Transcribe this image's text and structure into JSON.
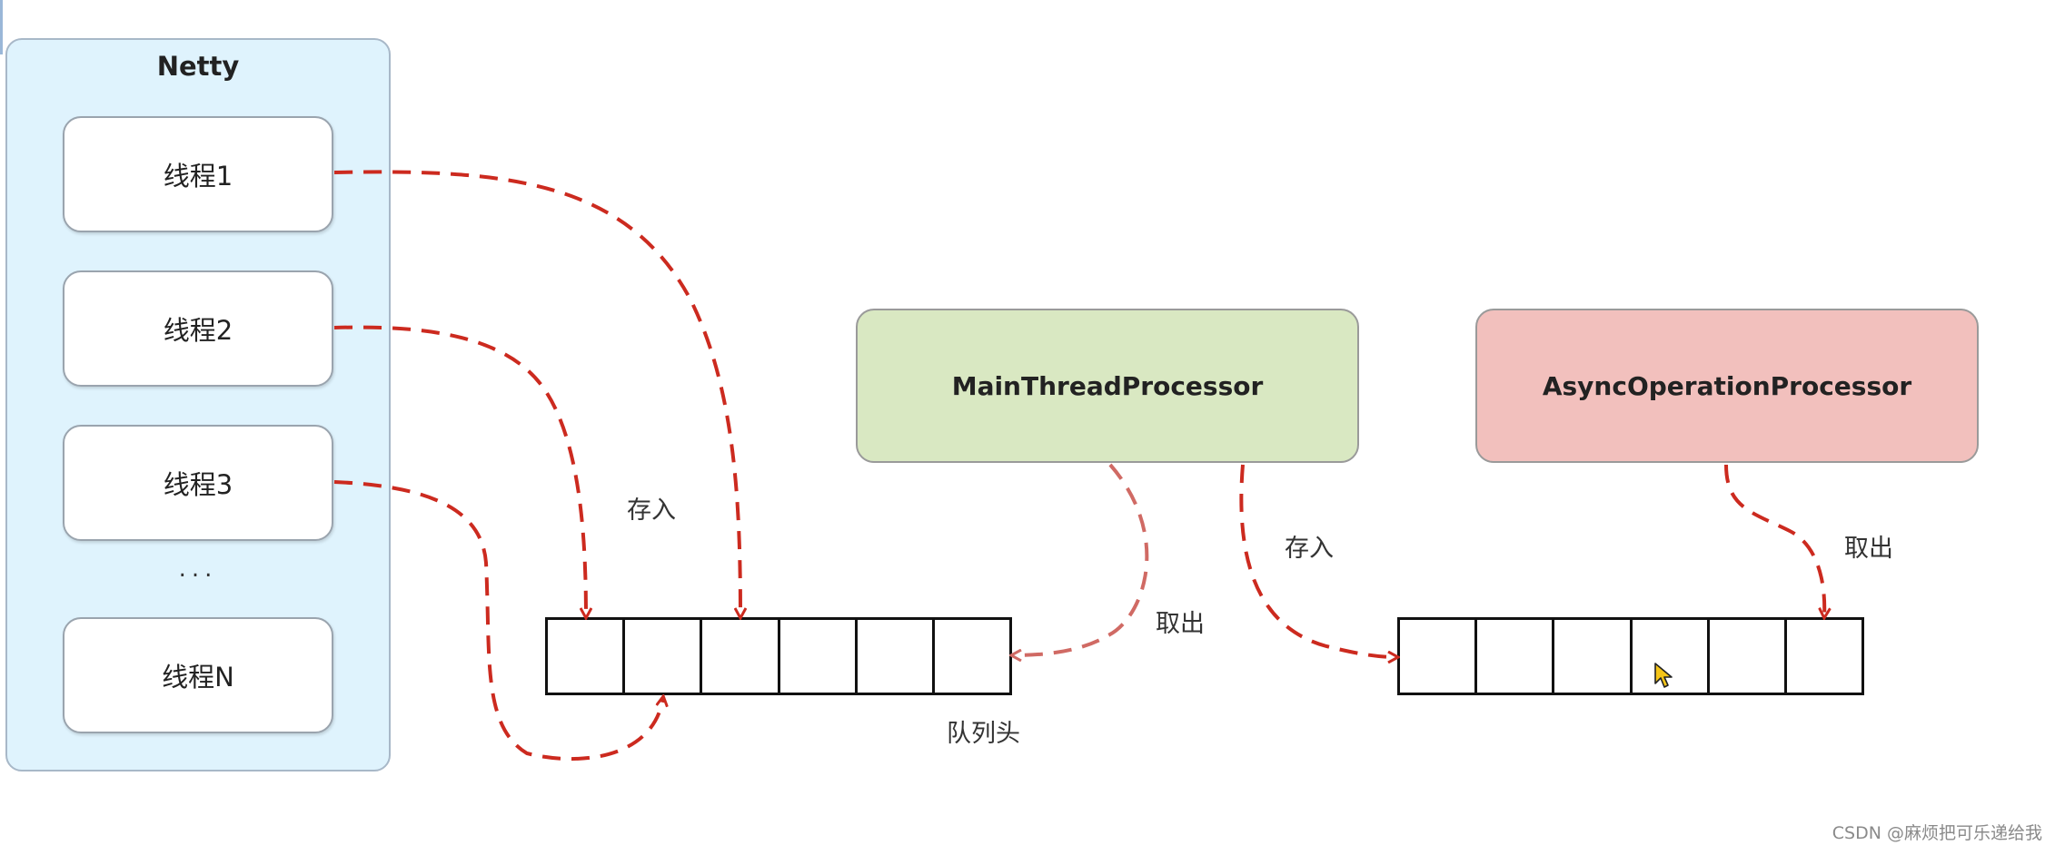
{
  "container": {
    "title": "Netty",
    "threads": [
      "线程1",
      "线程2",
      "线程3",
      "线程N"
    ],
    "ellipsis": "..."
  },
  "processors": {
    "main": "MainThreadProcessor",
    "async": "AsyncOperationProcessor"
  },
  "labels": {
    "store_left": "存入",
    "take_main": "取出",
    "store_right": "存入",
    "take_async": "取出",
    "queue_head": "队列头"
  },
  "queues": {
    "main_cells": 6,
    "async_cells": 6
  },
  "colors": {
    "container_fill": "#dff3fd",
    "main_fill": "#d9e8c2",
    "async_fill": "#f2c0bd",
    "arrow": "#cc2a1f",
    "arrow_light": "#d06a64"
  },
  "watermark": "CSDN @麻烦把可乐递给我"
}
